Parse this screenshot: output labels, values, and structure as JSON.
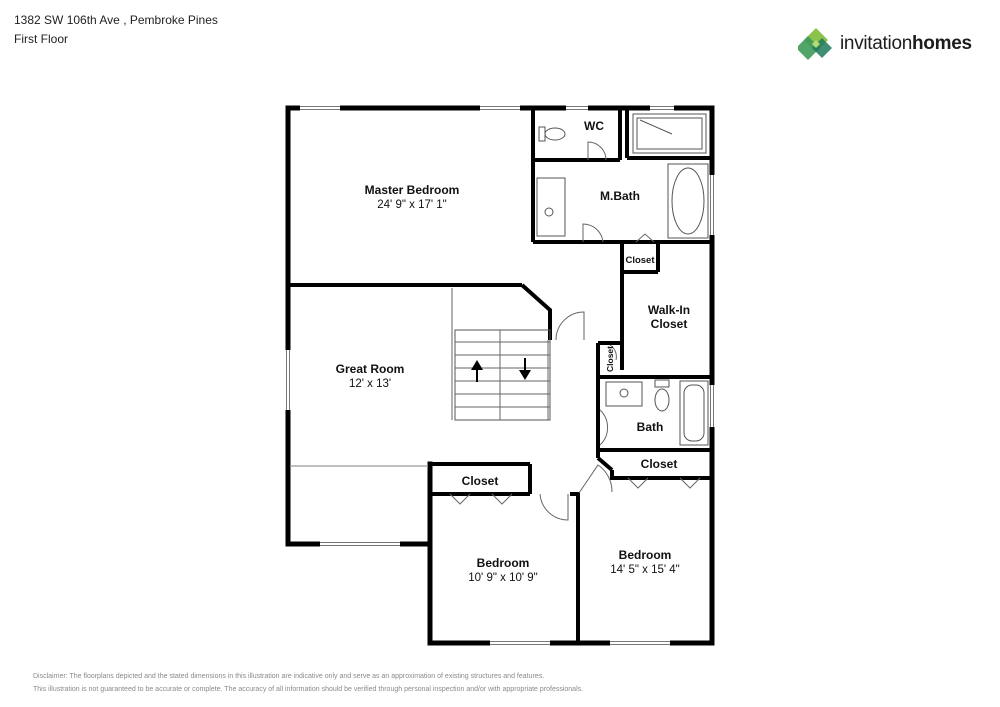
{
  "header": {
    "address": "1382 SW 106th Ave , Pembroke Pines",
    "floor": "First Floor"
  },
  "logo": {
    "name": "invitation homes",
    "word_light": "invitation",
    "word_bold": "homes",
    "colors": [
      "#8bc34a",
      "#3e9b5a",
      "#1f7a5a",
      "#b7d97a"
    ]
  },
  "rooms": {
    "master_bedroom": {
      "name": "Master Bedroom",
      "dims": "24' 9\" x 17' 1\""
    },
    "wc": {
      "name": "WC"
    },
    "m_bath": {
      "name": "M.Bath"
    },
    "closet_small": {
      "name": "Closet"
    },
    "walk_in": {
      "line1": "Walk-In",
      "line2": "Closet"
    },
    "closet_vertical": {
      "name": "Closet"
    },
    "great_room": {
      "name": "Great Room",
      "dims": "12' x 13'"
    },
    "bath": {
      "name": "Bath"
    },
    "closet_bed2": {
      "name": "Closet"
    },
    "closet_bed1": {
      "name": "Closet"
    },
    "bedroom_1": {
      "name": "Bedroom",
      "dims": "10' 9\" x 10' 9\""
    },
    "bedroom_2": {
      "name": "Bedroom",
      "dims": "14' 5\" x 15' 4\""
    }
  },
  "disclaimer": {
    "line1": "Disclaimer: The floorplans depicted and the stated dimensions in this illustration are indicative only and serve as an approximation of existing structures and features.",
    "line2": "This illustration is not guaranteed to be accurate or complete. The accuracy of all information should be verified through personal inspection and/or with appropriate professionals."
  }
}
